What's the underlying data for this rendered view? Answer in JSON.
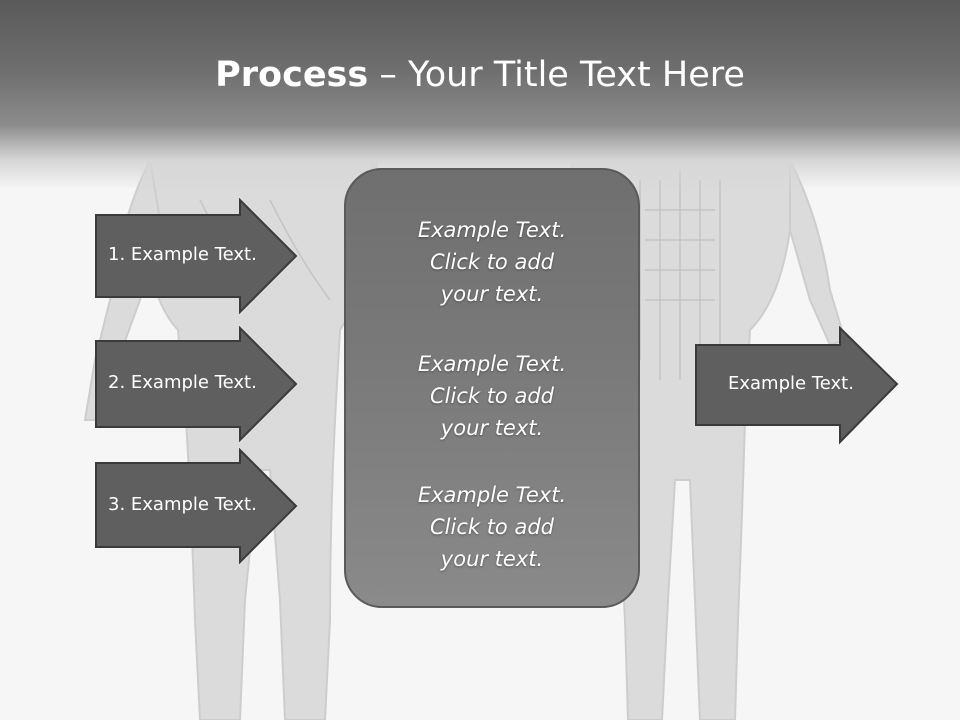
{
  "title": {
    "bold": "Process",
    "dash": " – ",
    "rest": "Your Title Text Here"
  },
  "left_items": [
    {
      "label": "1. Example Text."
    },
    {
      "label": "2. Example Text."
    },
    {
      "label": "3. Example Text."
    }
  ],
  "center_blocks": [
    {
      "lines": [
        "Example Text.",
        "Click  to add",
        "your text."
      ]
    },
    {
      "lines": [
        "Example Text.",
        "Click  to add",
        "your text."
      ]
    },
    {
      "lines": [
        "Example Text.",
        "Click  to add",
        "your text."
      ]
    }
  ],
  "right_item": {
    "label": "Example Text."
  },
  "colors": {
    "arrow_fill": "#5f5f5f",
    "arrow_stroke": "#3a3a3a",
    "header": "#5a5a5a"
  }
}
